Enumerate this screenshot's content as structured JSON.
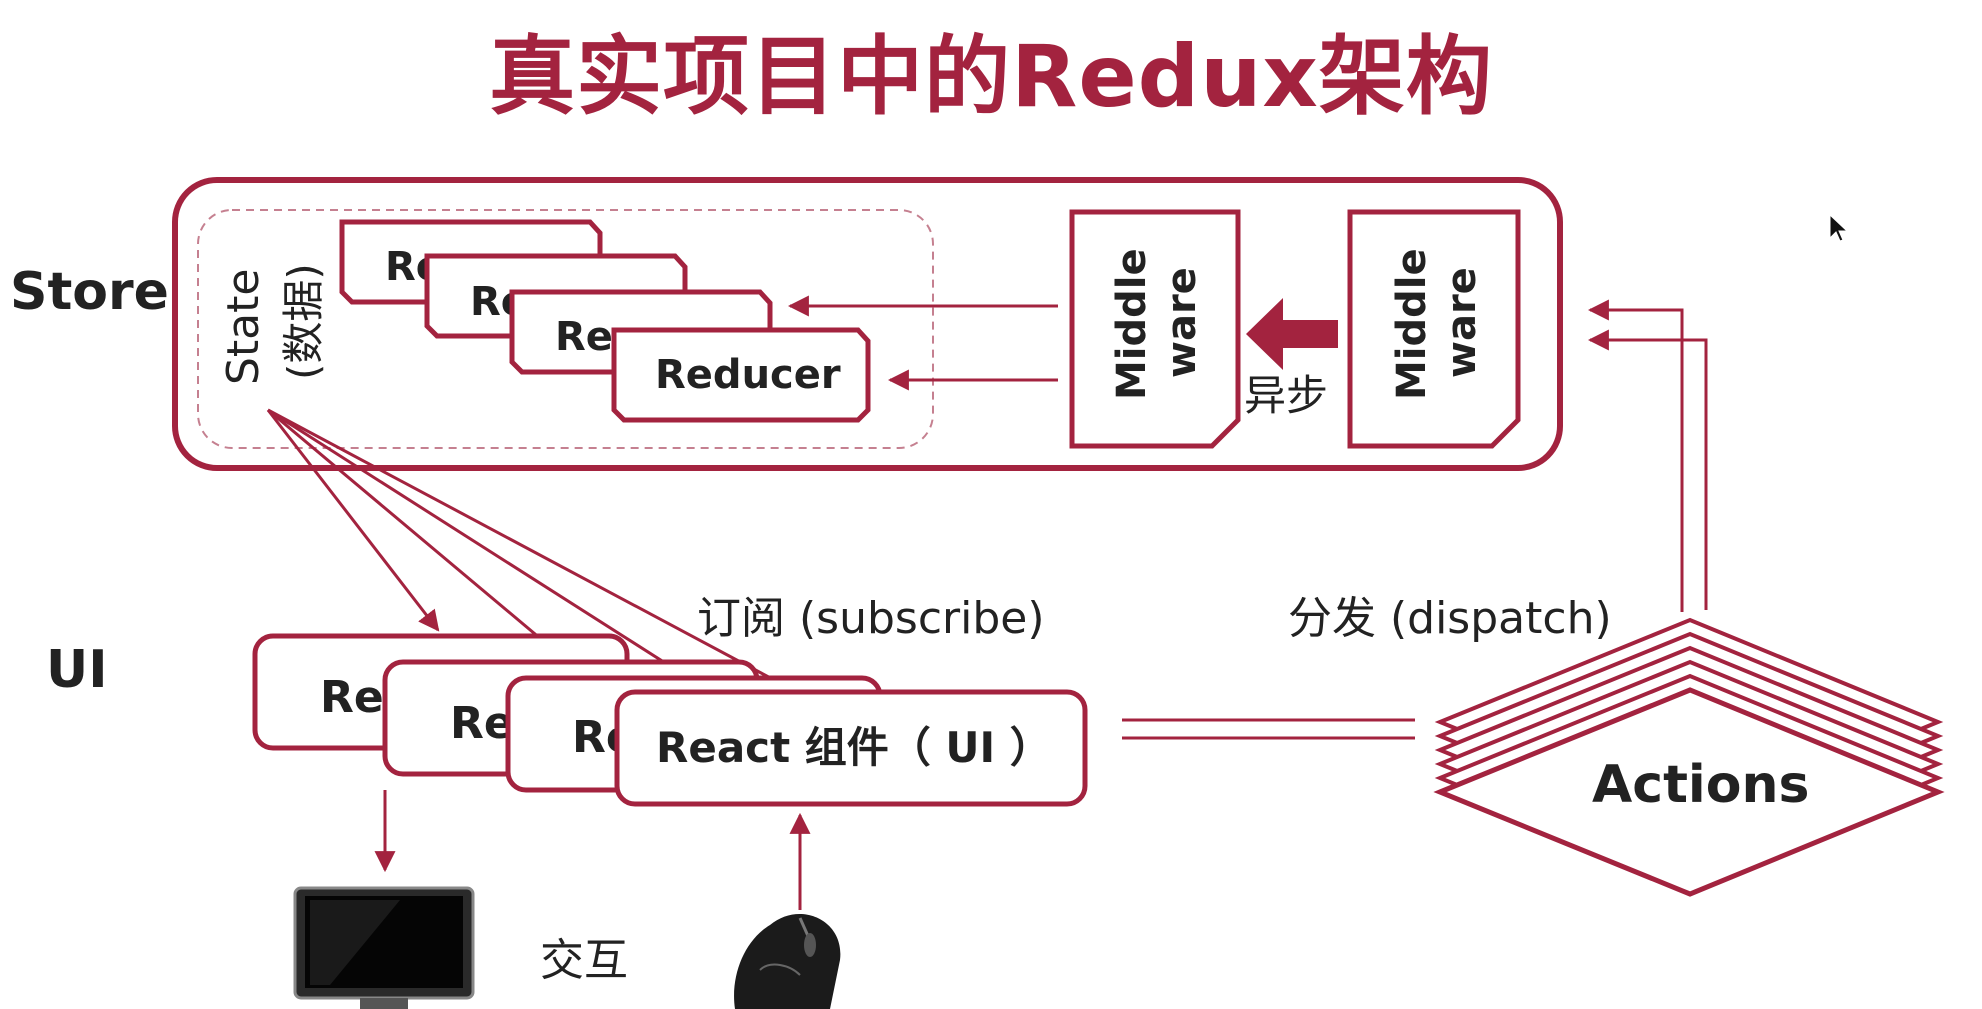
{
  "title": "真实项目中的Redux架构",
  "labels": {
    "store": "Store",
    "ui": "UI",
    "state_line1": "State",
    "state_line2": "(数据)",
    "reducer_partial": "Re",
    "reducer": "Reducer",
    "middleware_line1": "Middle",
    "middleware_line2": "ware",
    "async": "异步",
    "subscribe": "订阅 (subscribe)",
    "dispatch": "分发 (dispatch)",
    "react_partial": "Re",
    "react_component": "React 组件（ UI ）",
    "actions": "Actions",
    "interaction": "交互"
  },
  "colors": {
    "accent": "#a3233f",
    "text": "#222222",
    "dashed": "#c58090"
  }
}
